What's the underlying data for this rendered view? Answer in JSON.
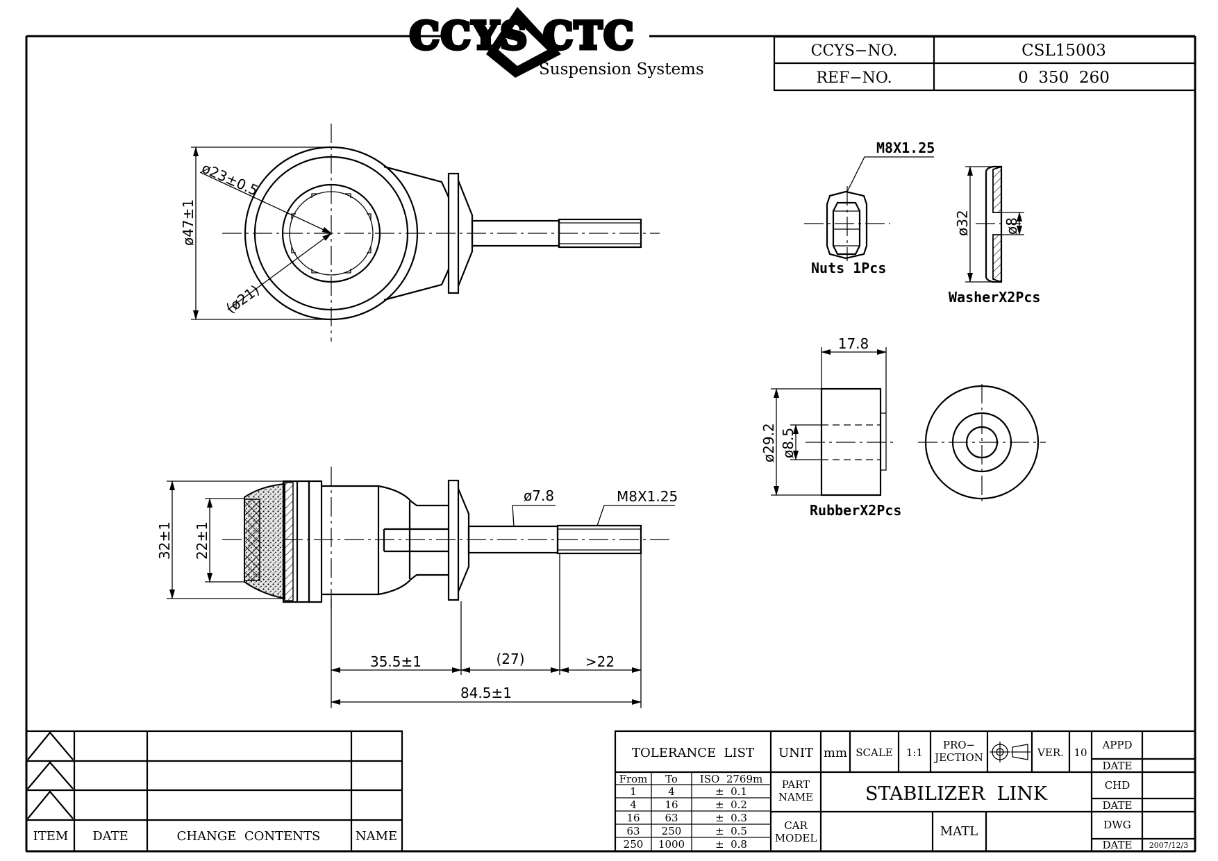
{
  "logo": {
    "brand": "CCYS CTC",
    "tagline": "Suspension Systems"
  },
  "header": {
    "ccys_no_label": "CCYS−NO.",
    "ccys_no_value": "CSL15003",
    "ref_no_label": "REF−NO.",
    "ref_no_value": "0  350  260"
  },
  "front_view": {
    "dia_outer": "ø47±1",
    "dia_bore": "ø23±0.5",
    "dia_inner": "(ø21)"
  },
  "side_view": {
    "height": "32±1",
    "inner_height": "22±1",
    "shaft_dia": "ø7.8",
    "thread": "M8X1.25",
    "len_a": "35.5±1",
    "len_b": "(27)",
    "len_c": ">22",
    "len_total": "84.5±1"
  },
  "nut": {
    "thread": "M8X1.25",
    "caption": "Nuts 1Pcs"
  },
  "washer": {
    "dia_outer": "ø32",
    "dia_inner": "ø8",
    "caption": "WasherX2Pcs"
  },
  "rubber": {
    "width": "17.8",
    "dia_outer": "ø29.2",
    "dia_inner": "ø8.5",
    "caption": "RubberX2Pcs"
  },
  "revision_table": {
    "item": "ITEM",
    "date": "DATE",
    "change": "CHANGE  CONTENTS",
    "name": "NAME"
  },
  "title_block": {
    "tolerance_list": "TOLERANCE  LIST",
    "tol_headers": [
      "From",
      "To",
      "ISO  2769m"
    ],
    "tol_rows": [
      [
        "1",
        "4",
        "±  0.1"
      ],
      [
        "4",
        "16",
        "±  0.2"
      ],
      [
        "16",
        "63",
        "±  0.3"
      ],
      [
        "63",
        "250",
        "±  0.5"
      ],
      [
        "250",
        "1000",
        "±  0.8"
      ]
    ],
    "unit_label": "UNIT",
    "unit_value": "mm",
    "scale_label": "SCALE",
    "scale_value": "1:1",
    "projection_line1": "PRO−",
    "projection_line2": "JECTION",
    "ver_label": "VER.",
    "ver_value": "10",
    "part_name_1": "PART",
    "part_name_2": "NAME",
    "part_name_value": "STABILIZER  LINK",
    "car_model_1": "CAR",
    "car_model_2": "MODEL",
    "matl_label": "MATL",
    "appd": "APPD",
    "date": "DATE",
    "chd": "CHD",
    "dwg": "DWG",
    "dwg_date": "2007/12/3"
  }
}
